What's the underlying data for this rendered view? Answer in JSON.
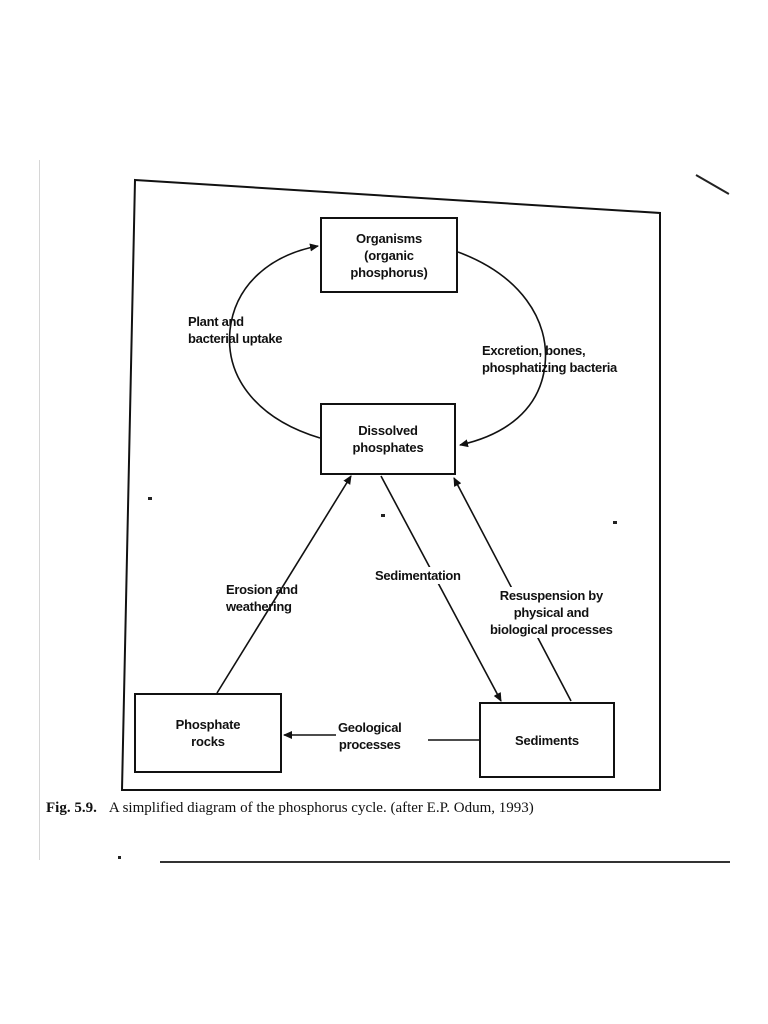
{
  "nodes": {
    "organisms": "Organisms\n(organic\nphosphorus)",
    "dissolved": "Dissolved\nphosphates",
    "rocks": "Phosphate\nrocks",
    "sediments": "Sediments"
  },
  "edges": {
    "uptake": "Plant and\nbacterial uptake",
    "excretion": "Excretion, bones,\nphosphatizing bacteria",
    "erosion": "Erosion and\nweathering",
    "sedimentation": "Sedimentation",
    "resuspension": "Resuspension by\nphysical and\nbiological processes",
    "geological": "Geological\nprocesses"
  },
  "caption": {
    "figure_number": "Fig. 5.9.",
    "text": "A simplified diagram of the phosphorus cycle. (after E.P. Odum, 1993)"
  }
}
